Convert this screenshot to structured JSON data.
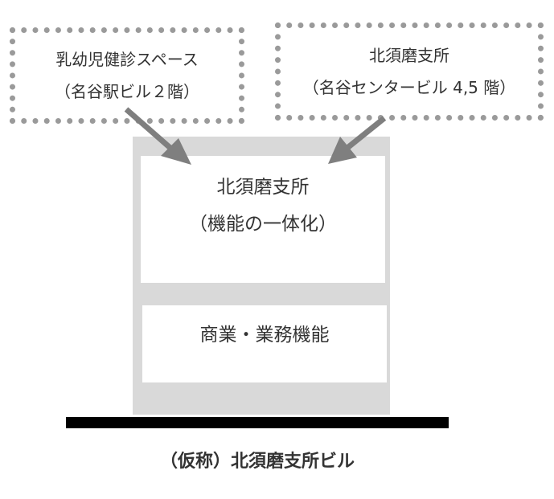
{
  "left_box": {
    "line1": "乳幼児健診スペース",
    "line2": "（名谷駅ビル２階）"
  },
  "right_box": {
    "line1": "北須磨支所",
    "line2": "（名谷センタービル 4,5 階）"
  },
  "upper_floor": {
    "line1": "北須磨支所",
    "line2": "（機能の一体化）"
  },
  "lower_floor": {
    "line1": "商業・業務機能"
  },
  "caption": "（仮称）北須磨支所ビル",
  "colors": {
    "dashed_border": "#9a9a9a",
    "building": "#d9d9d9",
    "arrow": "#7f7f7f",
    "ground": "#000000",
    "text": "#333333"
  }
}
